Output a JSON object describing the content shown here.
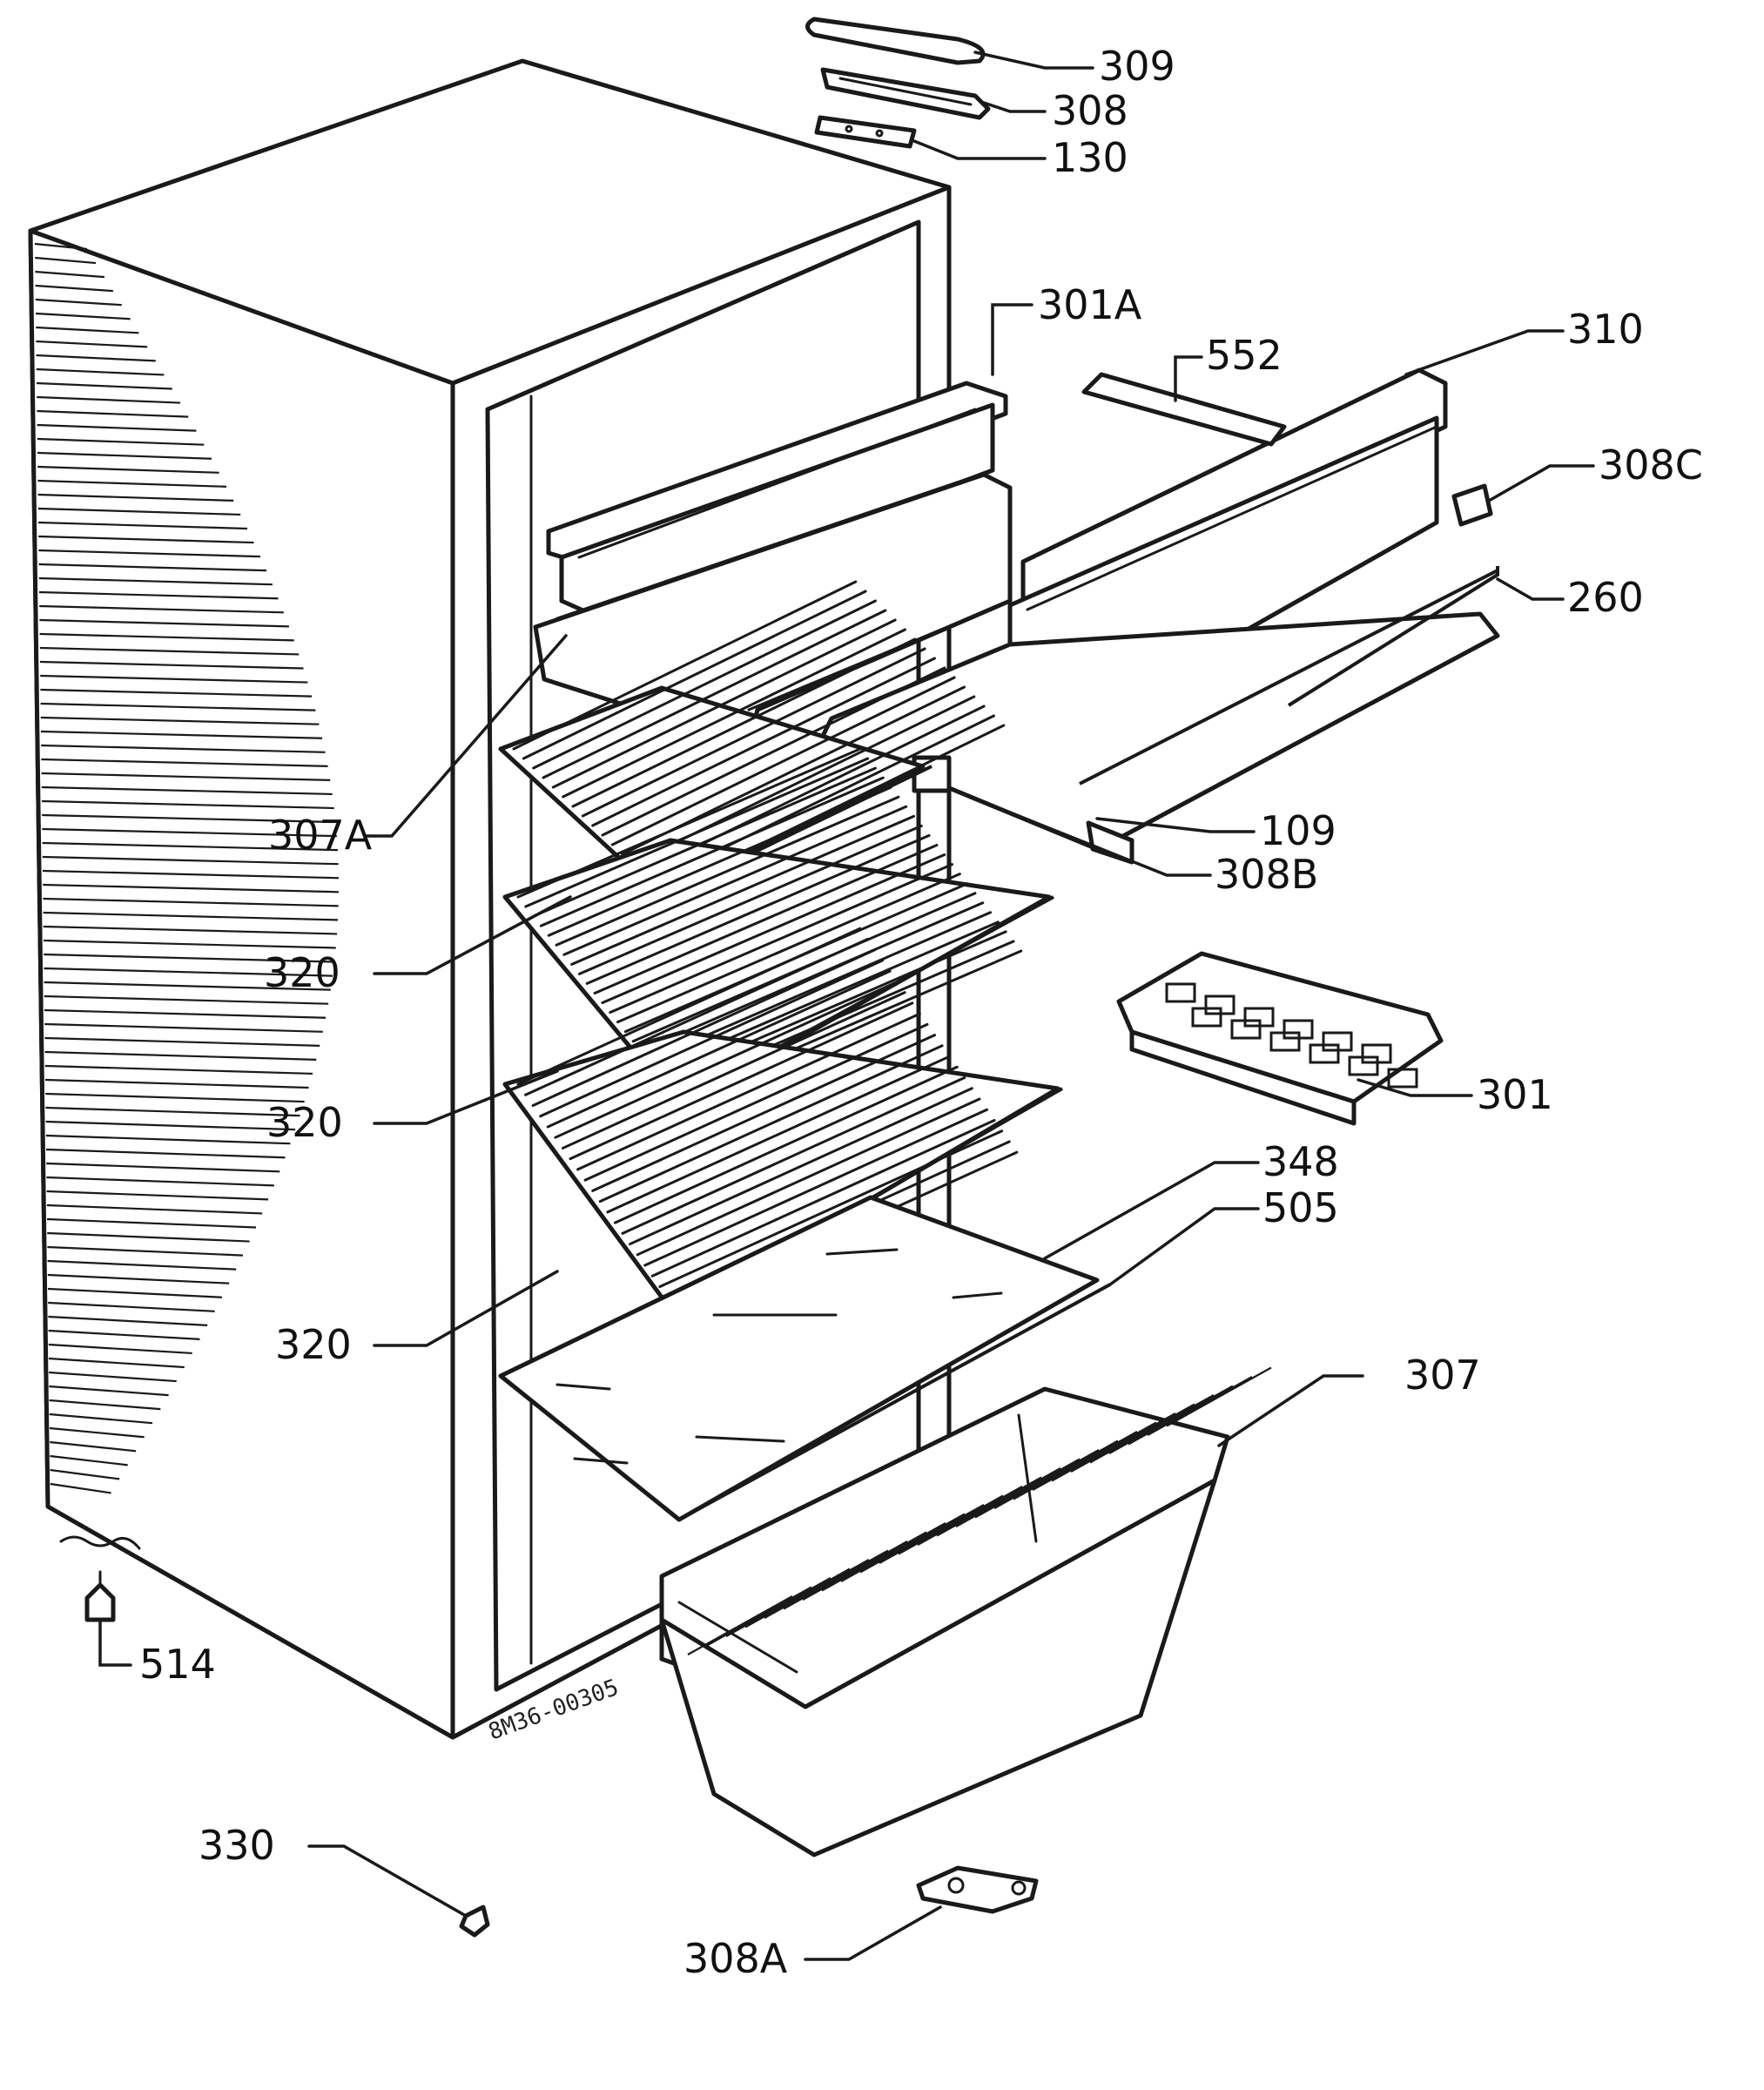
{
  "diagram_id": "8M36-00305",
  "parts": [
    {
      "key": "p309",
      "label": "309"
    },
    {
      "key": "p308",
      "label": "308"
    },
    {
      "key": "p130",
      "label": "130"
    },
    {
      "key": "p301a",
      "label": "301A"
    },
    {
      "key": "p552",
      "label": "552"
    },
    {
      "key": "p310",
      "label": "310"
    },
    {
      "key": "p308c",
      "label": "308C"
    },
    {
      "key": "p260",
      "label": "260"
    },
    {
      "key": "p307a",
      "label": "307A"
    },
    {
      "key": "p109",
      "label": "109"
    },
    {
      "key": "p308b",
      "label": "308B"
    },
    {
      "key": "p320a",
      "label": "320"
    },
    {
      "key": "p320b",
      "label": "320"
    },
    {
      "key": "p320c",
      "label": "320"
    },
    {
      "key": "p301",
      "label": "301"
    },
    {
      "key": "p348",
      "label": "348"
    },
    {
      "key": "p505",
      "label": "505"
    },
    {
      "key": "p307",
      "label": "307"
    },
    {
      "key": "p514",
      "label": "514"
    },
    {
      "key": "p330",
      "label": "330"
    },
    {
      "key": "p308a",
      "label": "308A"
    }
  ]
}
